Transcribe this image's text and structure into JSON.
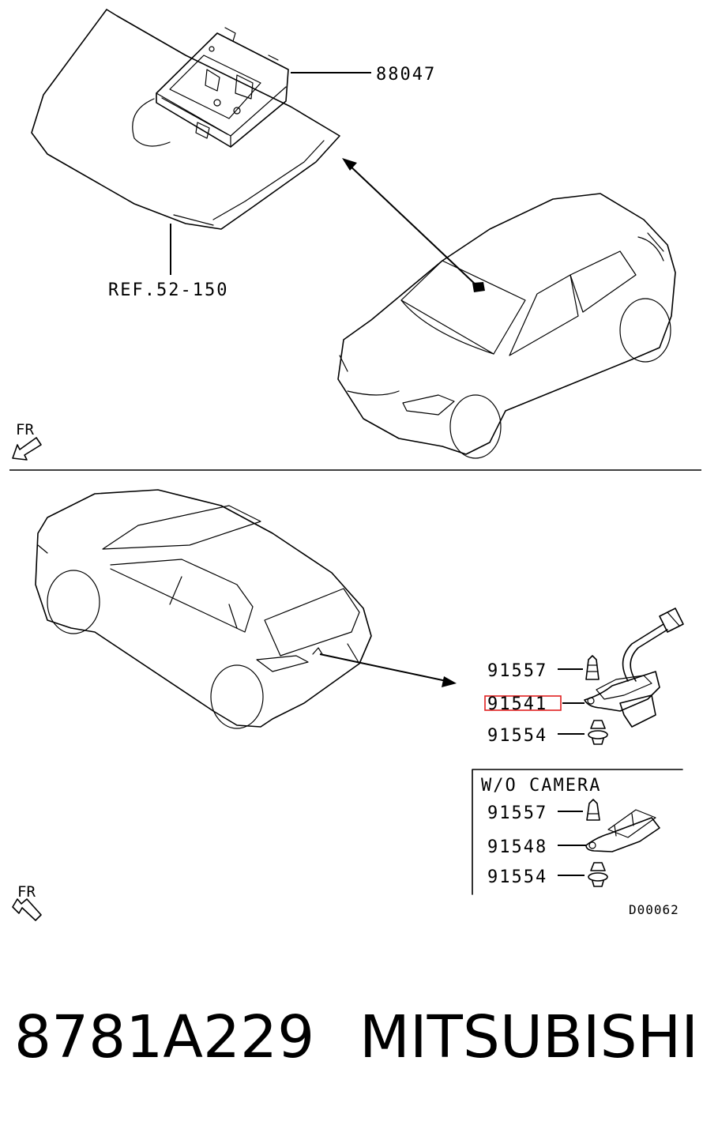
{
  "top_section": {
    "part_label": "88047",
    "ref_label": "REF.52-150",
    "direction_label": "FR"
  },
  "bottom_section": {
    "parts": [
      {
        "label": "91557"
      },
      {
        "label": "91541",
        "highlighted": true
      },
      {
        "label": "91554"
      }
    ],
    "variant": {
      "title": "W/O CAMERA",
      "parts": [
        {
          "label": "91557"
        },
        {
          "label": "91548"
        },
        {
          "label": "91554"
        }
      ]
    },
    "direction_label": "FR",
    "diagram_code": "D00062"
  },
  "caption": {
    "part_number": "8781A229",
    "brand": "MITSUBISHI"
  },
  "colors": {
    "highlight_box": "#e02020",
    "line": "#000000"
  }
}
